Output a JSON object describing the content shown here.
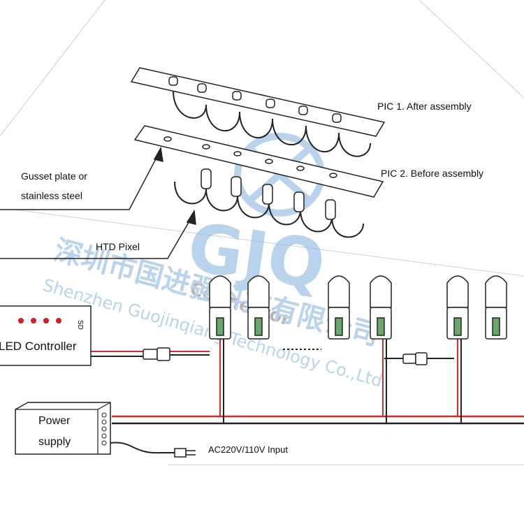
{
  "labels": {
    "pic1": "PIC 1. After assembly",
    "pic2": "PIC 2. Before assembly",
    "gusset_line1": "Gusset plate or",
    "gusset_line2": "stainless steel",
    "htd_pixel": "HTD Pixel",
    "controller_name": "LED Controller",
    "controller_sd": "SD",
    "power_line1": "Power",
    "power_line2": "supply",
    "ac_input": "AC220V/110V Input"
  },
  "watermark": {
    "logo": "GJQ",
    "logo_sub": "Connector",
    "company_cn": "深圳市国进强科技有限公司",
    "company_en": "Shenzhen Guojinqiang Technology Co.,Ltd",
    "color": "#7fb0dc"
  },
  "colors": {
    "line": "#222222",
    "wire_red": "#d42a2a",
    "led_dot": "#d21f1f"
  }
}
